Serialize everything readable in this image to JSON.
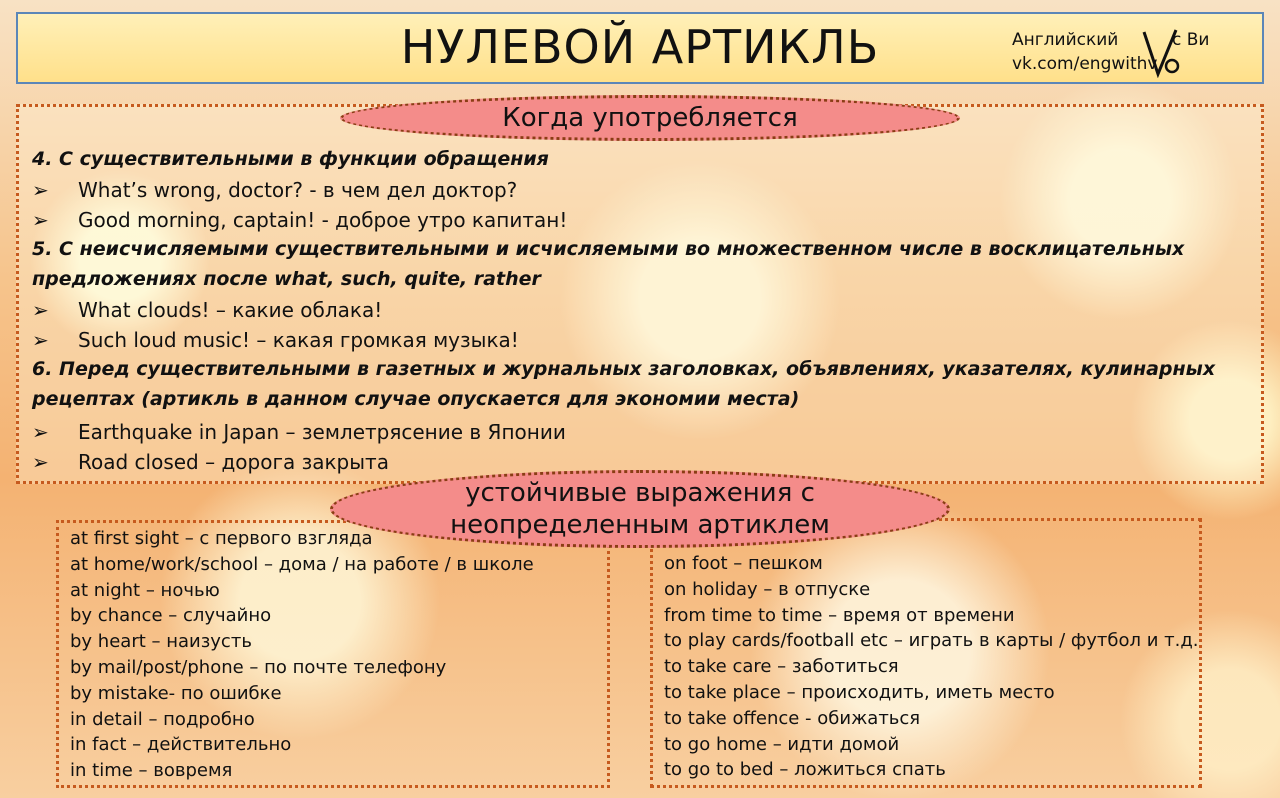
{
  "title": "НУЛЕВОЙ АРТИКЛЬ",
  "logo": {
    "line1": "Английский",
    "line1b": "с Ви",
    "line2": "vk.com/engwithv"
  },
  "section1": {
    "label": "Когда употребляется",
    "lines": [
      {
        "type": "heading",
        "text": "4.  С существительными в функции обращения"
      },
      {
        "type": "item",
        "text": "What’s wrong, doctor? - в чем дел доктор?"
      },
      {
        "type": "item",
        "text": "Good morning, captain! - доброе утро капитан!"
      },
      {
        "type": "heading",
        "text": " 5. С неисчисляемыми существительными и исчисляемыми во множественном числе в восклицательных"
      },
      {
        "type": "heading",
        "text": "предложениях после what, such, quite, rather"
      },
      {
        "type": "item",
        "text": "What clouds! – какие облака!"
      },
      {
        "type": "item",
        "text": "Such loud music! – какая громкая музыка!"
      },
      {
        "type": "heading",
        "text": "6. Перед существительными в газетных и журнальных заголовках, объявлениях, указателях, кулинарных"
      },
      {
        "type": "heading",
        "text": "рецептах (артикль в данном случае опускается для экономии места)"
      },
      {
        "type": "item",
        "text": "Earthquake in Japan – землетрясение в Японии"
      },
      {
        "type": "item",
        "text": "Road closed – дорога закрыта"
      }
    ]
  },
  "section2": {
    "label_line1": "устойчивые выражения с",
    "label_line2": "неопределенным артиклем",
    "left": [
      "at first sight – с первого взгляда",
      "at home/work/school – дома / на работе / в школе",
      "at night – ночью",
      "by chance – случайно",
      "by heart – наизусть",
      "by mail/post/phone –  по почте телефону",
      "by mistake- по ошибке",
      "in detail – подробно",
      "in fact – действительно",
      "in time – вовремя"
    ],
    "right": [
      "on foot – пешком",
      "on holiday – в отпуске",
      "from time to time – время от времени",
      "to play cards/football etc – играть в карты / футбол и т.д.",
      "to take care – заботиться",
      "to take place – происходить, иметь место",
      "to take offence -  обижаться",
      "to go home – идти домой",
      "to go to bed – ложиться спать"
    ]
  },
  "bullet": "➢"
}
